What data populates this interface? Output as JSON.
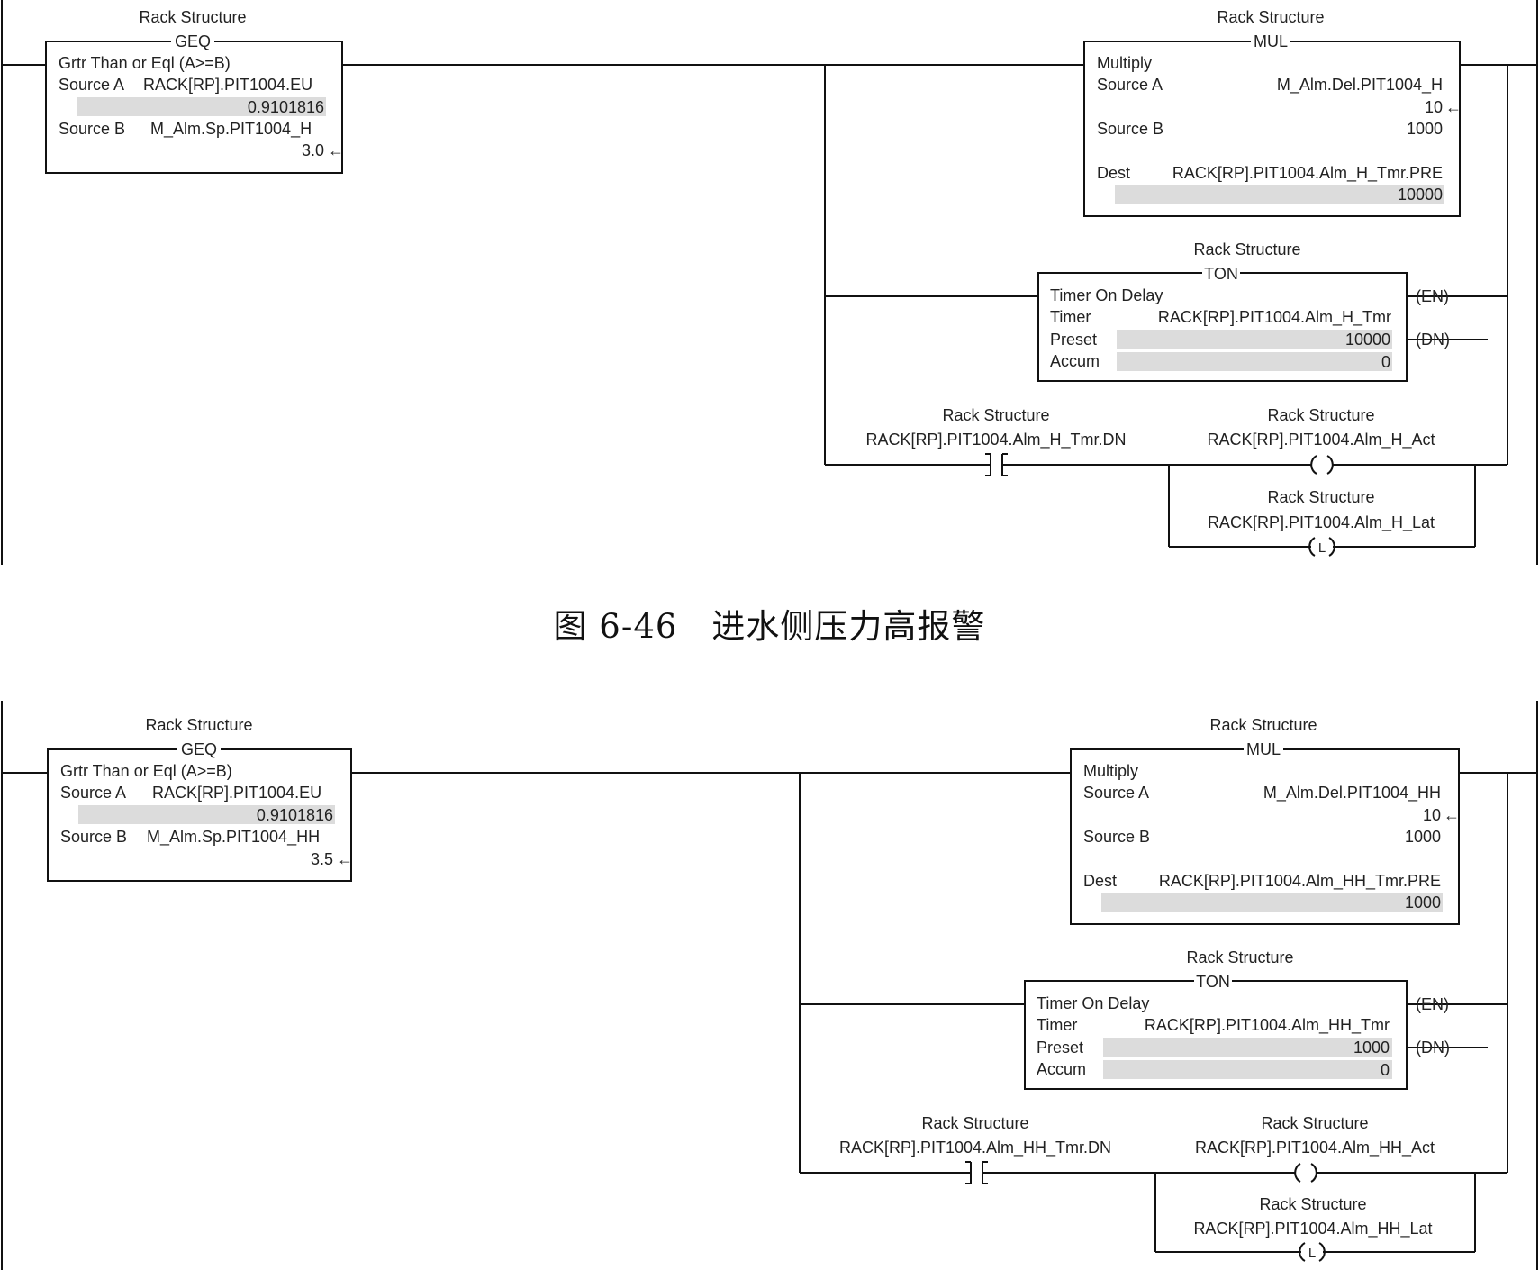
{
  "caption": "图 6-46　进水侧压力高报警",
  "rungs": [
    {
      "geq": {
        "tag_label": "Rack Structure",
        "mnemonic": "GEQ",
        "name": "Grtr Than or Eql (A>=B)",
        "source_a_label": "Source A",
        "source_a": "RACK[RP].PIT1004.EU",
        "source_a_value": "0.9101816",
        "source_b_label": "Source B",
        "source_b": "M_Alm.Sp.PIT1004_H",
        "source_b_value": "3.0"
      },
      "mul": {
        "tag_label": "Rack Structure",
        "mnemonic": "MUL",
        "name": "Multiply",
        "source_a_label": "Source A",
        "source_a": "M_Alm.Del.PIT1004_H",
        "source_a_value": "10",
        "source_b_label": "Source B",
        "source_b_value": "1000",
        "dest_label": "Dest",
        "dest": "RACK[RP].PIT1004.Alm_H_Tmr.PRE",
        "dest_value": "10000"
      },
      "ton": {
        "tag_label": "Rack Structure",
        "mnemonic": "TON",
        "name": "Timer On Delay",
        "timer_label": "Timer",
        "timer": "RACK[RP].PIT1004.Alm_H_Tmr",
        "preset_label": "Preset",
        "preset_value": "10000",
        "accum_label": "Accum",
        "accum_value": "0",
        "en": "EN",
        "dn": "DN"
      },
      "xic": {
        "tag_label": "Rack Structure",
        "tag": "RACK[RP].PIT1004.Alm_H_Tmr.DN"
      },
      "ote": {
        "tag_label": "Rack Structure",
        "tag": "RACK[RP].PIT1004.Alm_H_Act"
      },
      "otl": {
        "tag_label": "Rack Structure",
        "tag": "RACK[RP].PIT1004.Alm_H_Lat",
        "letter": "L"
      }
    },
    {
      "geq": {
        "tag_label": "Rack Structure",
        "mnemonic": "GEQ",
        "name": "Grtr Than or Eql (A>=B)",
        "source_a_label": "Source A",
        "source_a": "RACK[RP].PIT1004.EU",
        "source_a_value": "0.9101816",
        "source_b_label": "Source B",
        "source_b": "M_Alm.Sp.PIT1004_HH",
        "source_b_value": "3.5"
      },
      "mul": {
        "tag_label": "Rack Structure",
        "mnemonic": "MUL",
        "name": "Multiply",
        "source_a_label": "Source A",
        "source_a": "M_Alm.Del.PIT1004_HH",
        "source_a_value": "10",
        "source_b_label": "Source B",
        "source_b_value": "1000",
        "dest_label": "Dest",
        "dest": "RACK[RP].PIT1004.Alm_HH_Tmr.PRE",
        "dest_value": "1000"
      },
      "ton": {
        "tag_label": "Rack Structure",
        "mnemonic": "TON",
        "name": "Timer On Delay",
        "timer_label": "Timer",
        "timer": "RACK[RP].PIT1004.Alm_HH_Tmr",
        "preset_label": "Preset",
        "preset_value": "1000",
        "accum_label": "Accum",
        "accum_value": "0",
        "en": "EN",
        "dn": "DN"
      },
      "xic": {
        "tag_label": "Rack Structure",
        "tag": "RACK[RP].PIT1004.Alm_HH_Tmr.DN"
      },
      "ote": {
        "tag_label": "Rack Structure",
        "tag": "RACK[RP].PIT1004.Alm_HH_Act"
      },
      "otl": {
        "tag_label": "Rack Structure",
        "tag": "RACK[RP].PIT1004.Alm_HH_Lat",
        "letter": "L"
      }
    }
  ]
}
